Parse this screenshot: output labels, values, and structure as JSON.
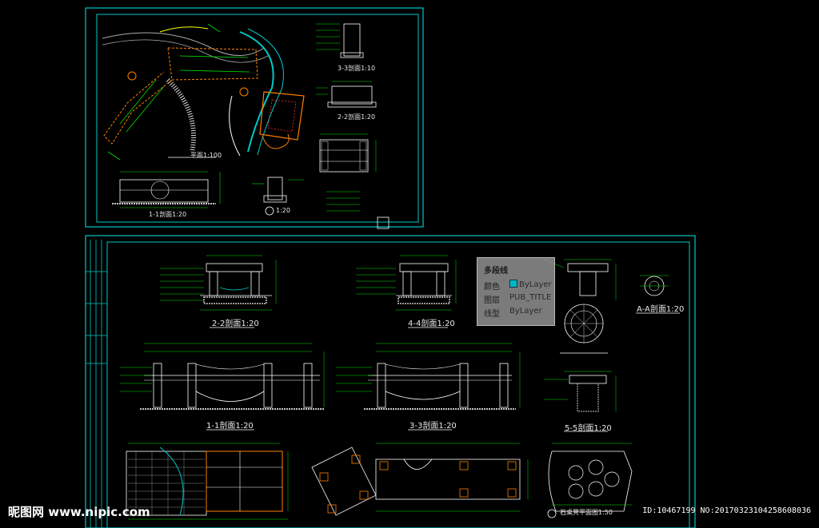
{
  "viewer": {
    "tooltip": {
      "title": "多段线",
      "color_label": "颜色",
      "color_value": "ByLayer",
      "layer_label": "图层",
      "layer_value": "PUB_TITLE",
      "linetype_label": "线型",
      "linetype_value": "ByLayer",
      "swatch_color": "#00b7c7"
    }
  },
  "sheet_top": {
    "titles": [
      "3-3剖面1:10",
      "2-2剖面1:20",
      "平面1:100",
      "1-1剖面1:20",
      "1:20"
    ]
  },
  "sheet_bottom": {
    "titles": [
      "2-2剖面1:20",
      "4-4剖面1:20",
      "A-A剖面1:20",
      "1-1剖面1:20",
      "3-3剖面1:20",
      "5-5剖面1:20",
      "石桌凳平面图1:50"
    ]
  },
  "footer": {
    "watermark": "昵图网 www.nipic.com",
    "id_text": "ID:10467199 NO:20170323104258608036"
  },
  "colors": {
    "frame": "#00c8c8",
    "line": "#ffffff",
    "dimension": "#00e000",
    "accent": "#ff8000",
    "hatch": "#c8c8c8"
  }
}
